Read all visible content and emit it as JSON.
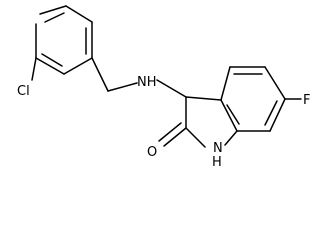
{
  "molecule": {
    "atoms": {
      "cl": "Cl",
      "nh": "NH",
      "f": "F",
      "o": "O",
      "h": "H",
      "n": "N"
    },
    "colors": {
      "bond": "#000000",
      "text": "#000000",
      "background": "#ffffff"
    }
  }
}
